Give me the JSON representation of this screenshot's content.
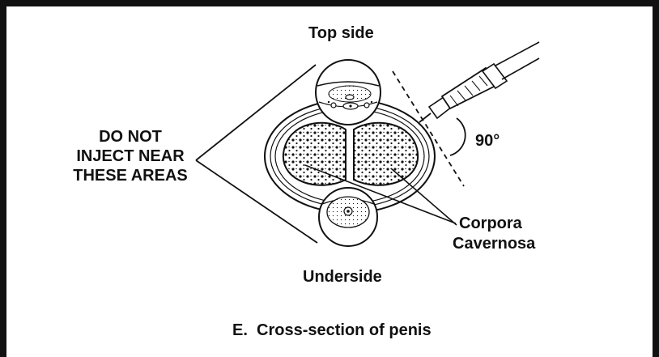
{
  "diagram": {
    "top_label": "Top side",
    "bottom_label": "Underside",
    "warning_lines": [
      "DO NOT",
      "INJECT NEAR",
      "THESE AREAS"
    ],
    "angle_label": "90°",
    "structure_label_line1": "Corpora",
    "structure_label_line2": "Cavernosa",
    "caption": "E.  Cross-section of penis"
  }
}
